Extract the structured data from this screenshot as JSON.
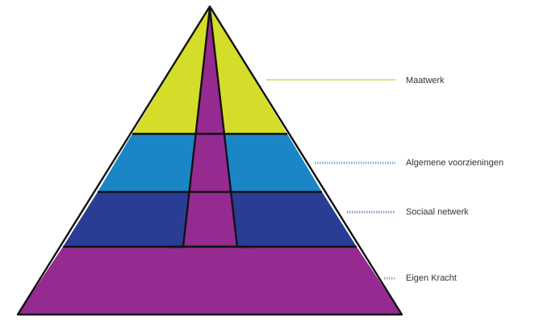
{
  "pyramid": {
    "colors": {
      "outline": "#111111",
      "column": "#952a91",
      "base": "#952a91"
    },
    "tiers": [
      {
        "label": "Maatwerk",
        "color": "#d4dd2a",
        "leader_color": "#d9e08a",
        "leader_style": "solid"
      },
      {
        "label": "Algemene voorzieningen",
        "color": "#1a86c6",
        "leader_color": "#7fb3d9",
        "leader_style": "dotted"
      },
      {
        "label": "Sociaal netwerk",
        "color": "#2a3d95",
        "leader_color": "#8f9ac4",
        "leader_style": "dotted"
      },
      {
        "label": "Eigen Kracht",
        "color": "#952a91",
        "leader_color": "#b79cc9",
        "leader_style": "dotted"
      }
    ]
  }
}
